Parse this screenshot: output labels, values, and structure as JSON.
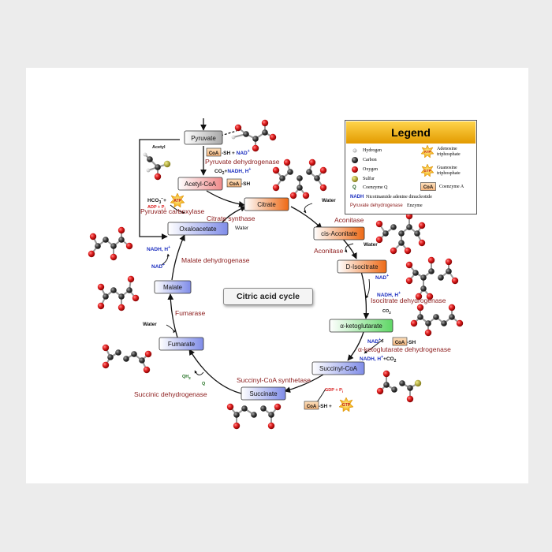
{
  "title": "Citric acid cycle",
  "compounds": {
    "pyruvate": "Pyruvate",
    "acetyl_coa": "Acetyl-CoA",
    "citrate": "Citrate",
    "cis_aconitate": "cis-Aconitate",
    "d_isocitrate": "D-Isocitrate",
    "a_ketoglutarate": "α-ketoglutarate",
    "succinyl_coa": "Succinyl-CoA",
    "succinate": "Succinate",
    "fumarate": "Fumarate",
    "malate": "Malate",
    "oxaloacetate": "Oxaloacetate"
  },
  "enzymes": {
    "pyruvate_dehydrogenase": "Pyruvate dehydrogenase",
    "pyruvate_carboxylase": "Pyruvate carboxylase",
    "citrate_synthase": "Citrate synthase",
    "aconitase_1": "Aconitase",
    "aconitase_2": "Aconitase",
    "isocitrate_dehydrogenase": "Isocitrate dehydrogenase",
    "akg_dehydrogenase": "α-ketoglutarate dehydrogenase",
    "succinyl_coa_synthetase": "Succinyl-CoA synthetase",
    "succinic_dehydrogenase": "Succinic dehydrogenase",
    "fumarase": "Fumarase",
    "malate_dehydrogenase": "Malate dehydrogenase"
  },
  "cofactors": {
    "water": "Water",
    "nad": "NAD",
    "nadh_h": "NADH, H",
    "co2": "CO",
    "sh": "-SH",
    "coa": "CoA",
    "acetyl": "Acetyl",
    "hco3": "HCO",
    "adp_pi": "ADP + P",
    "gdp_pi": "GDP + P",
    "atp": "ATP",
    "gtp": "GTP",
    "qh2": "QH",
    "q": "Q",
    "plus": "+",
    "sup_plus": "+",
    "sub_2": "2",
    "sub_3": "3",
    "sub_i": "i",
    "sup_minus": "−"
  },
  "legend": {
    "title": "Legend",
    "hydrogen": "Hydrogen",
    "carbon": "Carbon",
    "oxygen": "Oxygen",
    "sulfur": "Sulfur",
    "atp_desc": "Adenosine triphosphate",
    "gtp_desc": "Guanosine triphosphate",
    "q_symbol": "Q",
    "q_desc": "Coenzyme Q",
    "coa_symbol": "CoA",
    "coa_desc": "Coenzyme A",
    "nadh_symbol": "NADH",
    "nadh_desc": "Nicotinamide adenine dinucleotide",
    "enzyme_example": "Pyruvate dehydrogenase",
    "enzyme_label": "Enzyme"
  },
  "colors": {
    "enzyme": "#8b1a1a",
    "nad": "#1a2dbf",
    "co2": "#222222",
    "oxygen_atom": "#d41a1a",
    "carbon_atom": "#3a3a3a",
    "hydrogen_atom": "#d8d8d8",
    "sulfur_atom": "#b7b22a",
    "blue_box": "#a9b1ee",
    "orange_box": "#f2772a",
    "green_box": "#87e38a",
    "gray_box": "#cfcfcf",
    "pink_box": "#f7b8b8",
    "legend_header": "#f2b417"
  },
  "icons": [
    "hydrogen-atom-icon",
    "carbon-atom-icon",
    "oxygen-atom-icon",
    "sulfur-atom-icon",
    "atp-starburst-icon",
    "gtp-starburst-icon",
    "coa-box-icon"
  ]
}
